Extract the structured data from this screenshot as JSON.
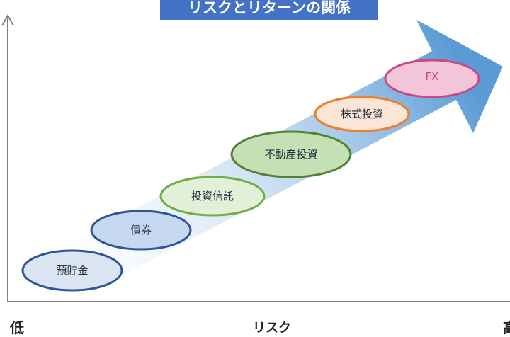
{
  "title": "リスクとリターンの関係",
  "axis": {
    "x_label": "リスク",
    "x_low": "低",
    "x_high_partial": "高"
  },
  "items": [
    {
      "label": "預貯金",
      "fill": "#dbe5f1",
      "stroke": "#2f5597",
      "text_color": "#1f2d3d"
    },
    {
      "label": "債券",
      "fill": "#c5d8f0",
      "stroke": "#2f5597",
      "text_color": "#1f2d3d"
    },
    {
      "label": "投資信託",
      "fill": "#e2efd9",
      "stroke": "#70ad47",
      "text_color": "#1f2d3d"
    },
    {
      "label": "不動産投資",
      "fill": "#c5e0b4",
      "stroke": "#548235",
      "text_color": "#1f2d3d"
    },
    {
      "label": "株式投資",
      "fill": "#fbe5d6",
      "stroke": "#ed7d31",
      "text_color": "#1f2d3d"
    },
    {
      "label": "FX",
      "fill": "#f2c6d8",
      "stroke": "#c64b86",
      "text_color": "#c64b86"
    }
  ],
  "colors": {
    "arrow_start": "#ffffff",
    "arrow_end": "#5b9bd5",
    "axis": "#7f7f7f",
    "title_bg": "#4472c4"
  }
}
